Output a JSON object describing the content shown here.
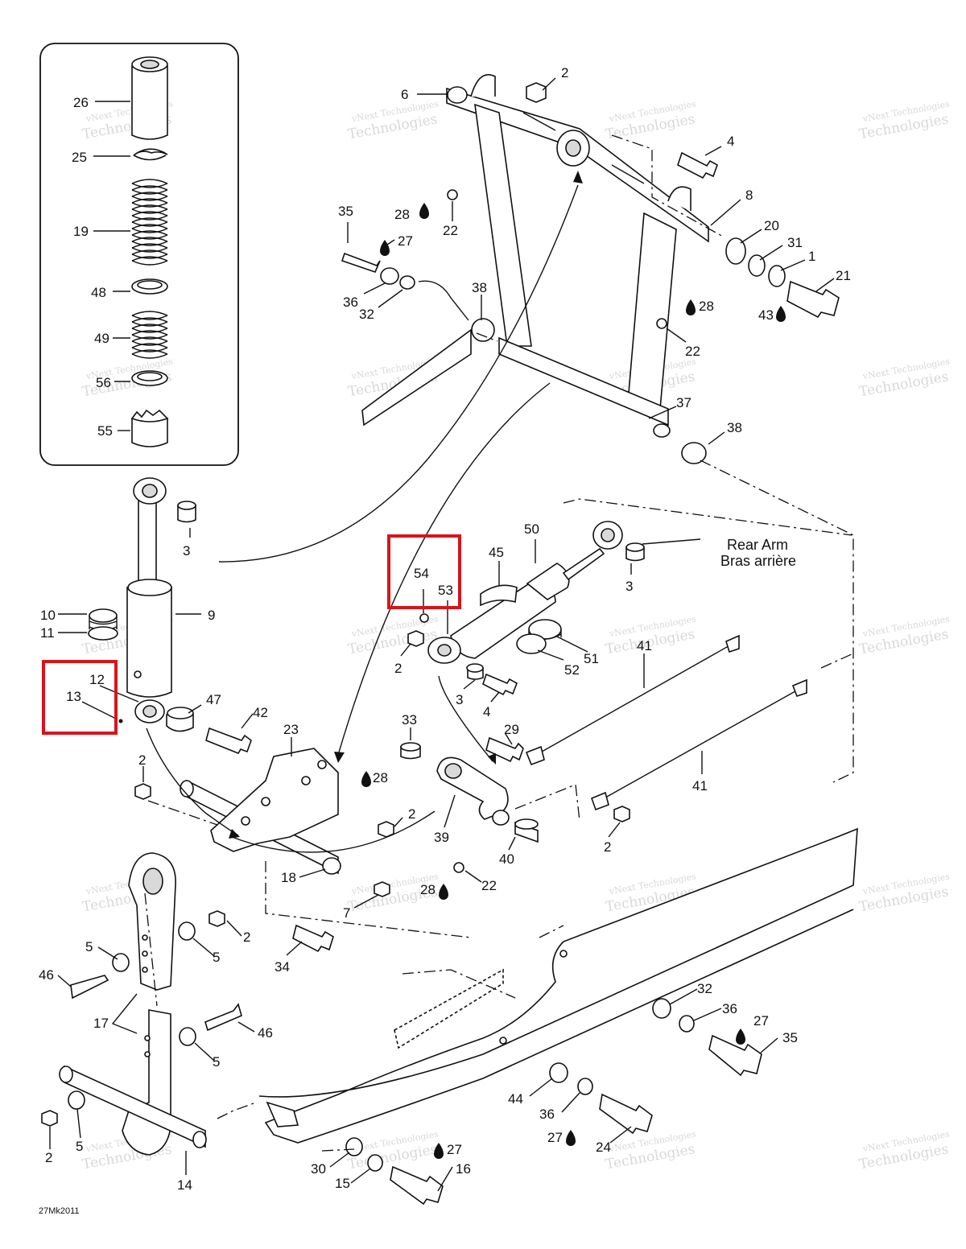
{
  "diagram": {
    "drawing_code": "27Mk2011",
    "rear_arm_label": [
      "Rear Arm",
      "Bras arrière"
    ],
    "watermark_lines": [
      "vNext Technologies",
      "Technologies"
    ],
    "highlight_color": "#d9141b",
    "callouts": {
      "c26": "26",
      "c25": "25",
      "c19": "19",
      "c48": "48",
      "c49": "49",
      "c56": "56",
      "c55": "55",
      "c3a": "3",
      "c9": "9",
      "c10": "10",
      "c11": "11",
      "c12": "12",
      "c13": "13",
      "c47": "47",
      "c6": "6",
      "c2a": "2",
      "c4a": "4",
      "c8": "8",
      "c28a": "28",
      "c22a": "22",
      "c35a": "35",
      "c27a": "27",
      "c20": "20",
      "c31": "31",
      "c1": "1",
      "c21": "21",
      "c36a": "36",
      "c32a": "32",
      "c38a": "38",
      "c28b": "28",
      "c43": "43",
      "c22b": "22",
      "c37": "37",
      "c38b": "38",
      "c50": "50",
      "c45": "45",
      "c54": "54",
      "c53": "53",
      "c3b": "3",
      "c2b": "2",
      "c51": "51",
      "c52": "52",
      "c41a": "41",
      "c3c": "3",
      "c4b": "4",
      "c42": "42",
      "c23": "23",
      "c33": "33",
      "c29": "29",
      "c2c": "2",
      "c28c": "28",
      "c2d": "2",
      "c39": "39",
      "c40": "40",
      "c41b": "41",
      "c2e": "2",
      "c18": "18",
      "c28d": "28",
      "c22c": "22",
      "c7": "7",
      "c34": "34",
      "c2f": "2",
      "c5a": "5",
      "c5b": "5",
      "c46a": "46",
      "c17": "17",
      "c46b": "46",
      "c5c": "5",
      "c5d": "5",
      "c2g": "2",
      "c14": "14",
      "c32b": "32",
      "c36b": "36",
      "c27b": "27",
      "c35b": "35",
      "c44": "44",
      "c36c": "36",
      "c27c": "27",
      "c24": "24",
      "c30": "30",
      "c27d": "27",
      "c15": "15",
      "c16": "16"
    }
  }
}
